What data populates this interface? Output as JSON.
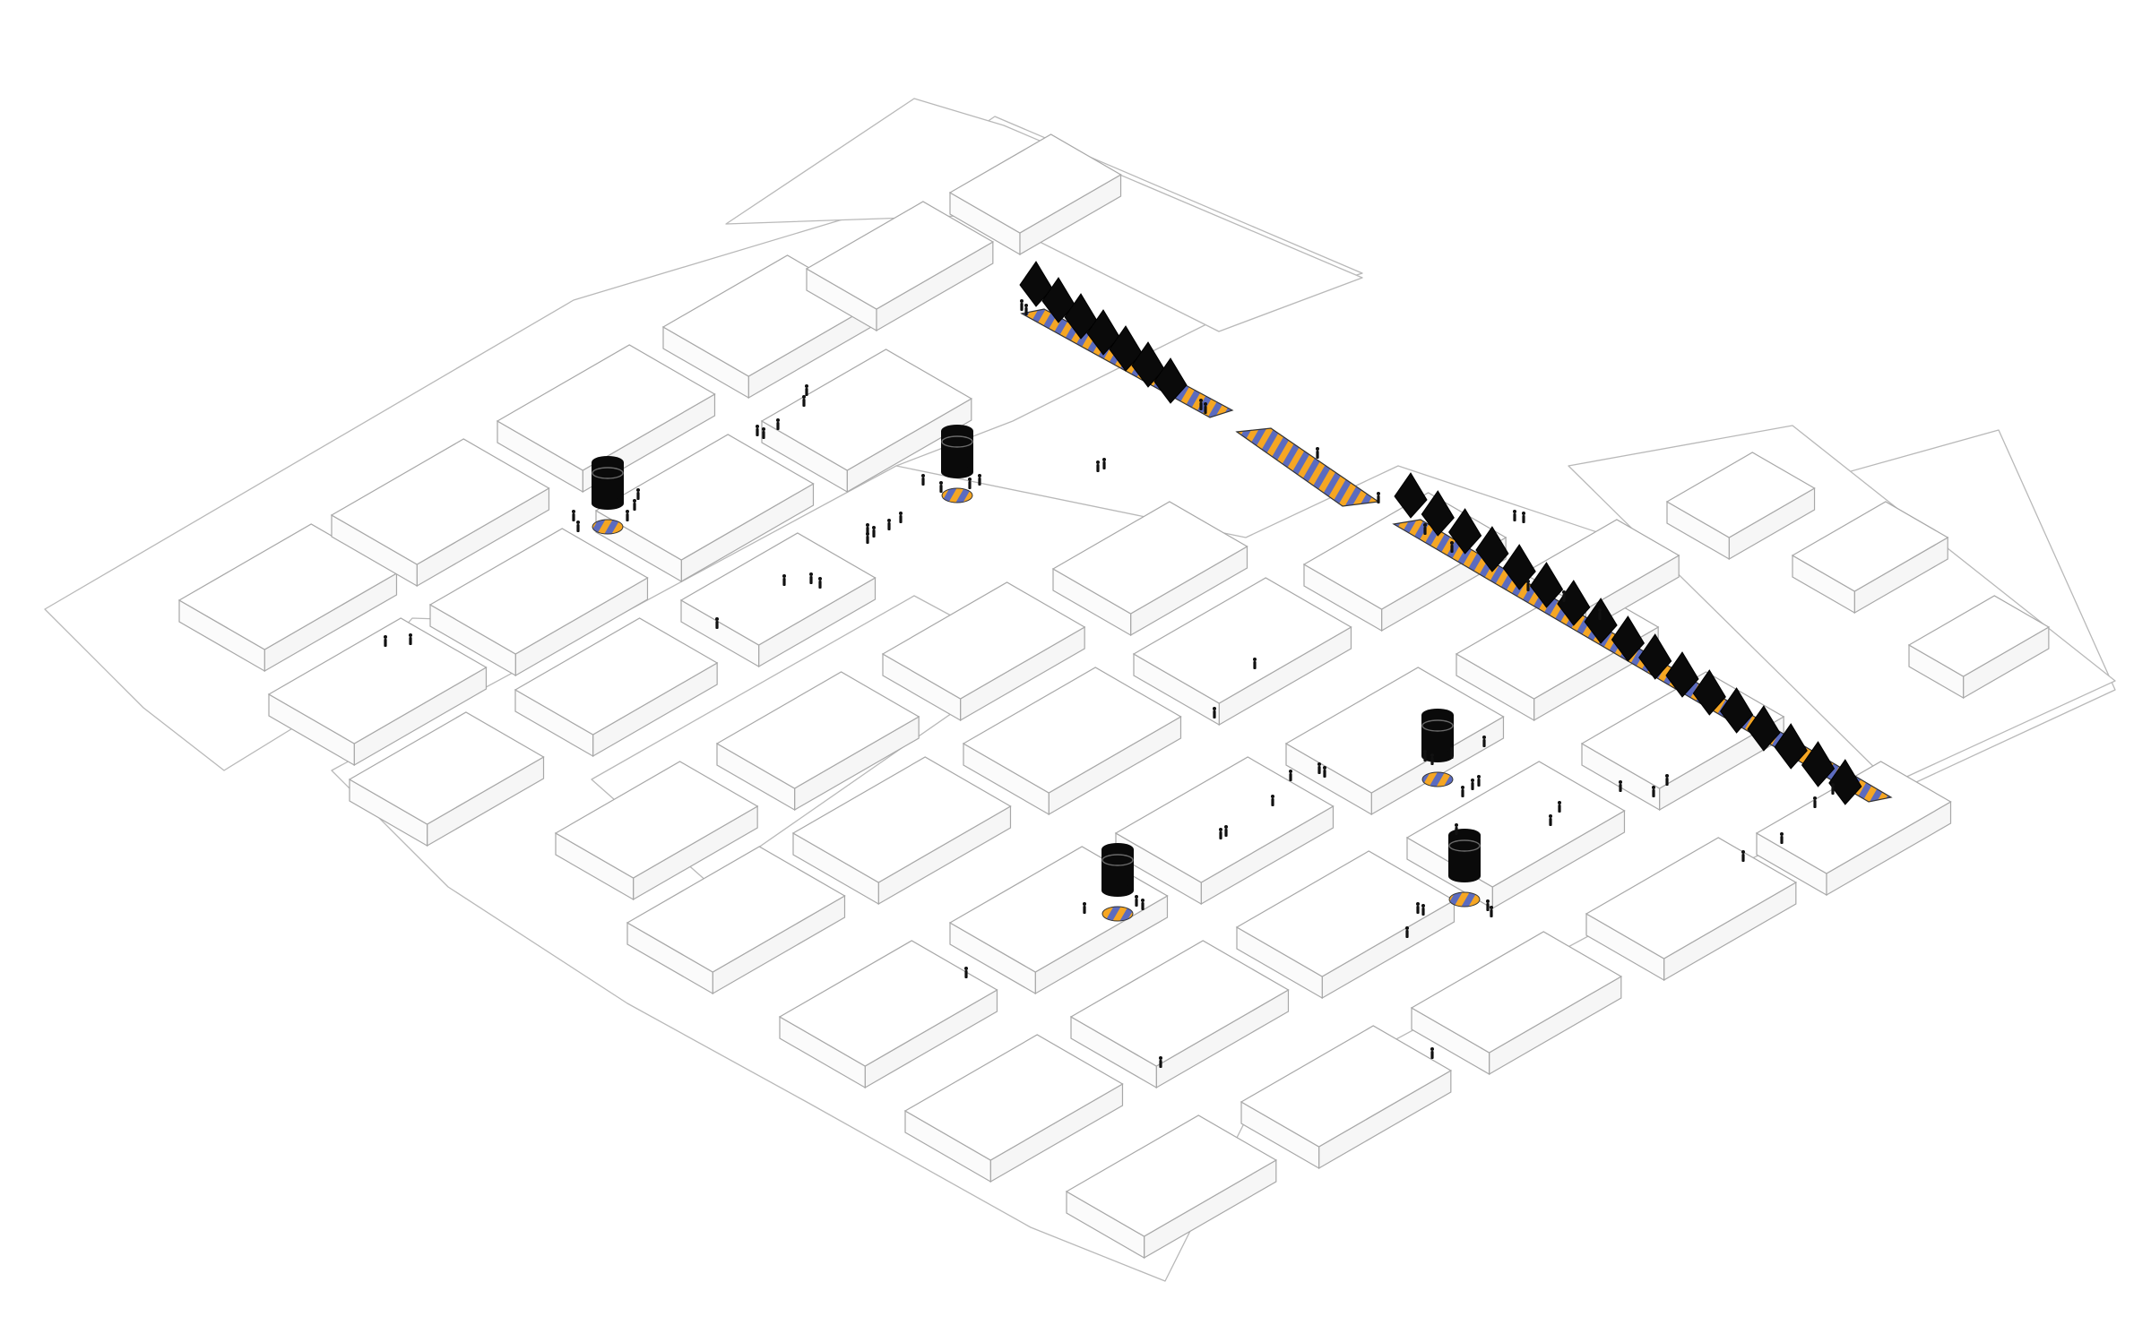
{
  "colors": {
    "background": "#ffffff",
    "line": "#b9b9b9",
    "canopy": "#0a0a0a",
    "stripe_orange": "#f5a623",
    "stripe_blue": "#5b6bbf"
  },
  "elements": {
    "building_outline": "isometric-site-outline",
    "market_blocks": "market-stall-block",
    "canopy_walkways": "sawtooth-canopy-walkway",
    "kiosks": "cylinder-kiosk",
    "people": "person-figure"
  }
}
